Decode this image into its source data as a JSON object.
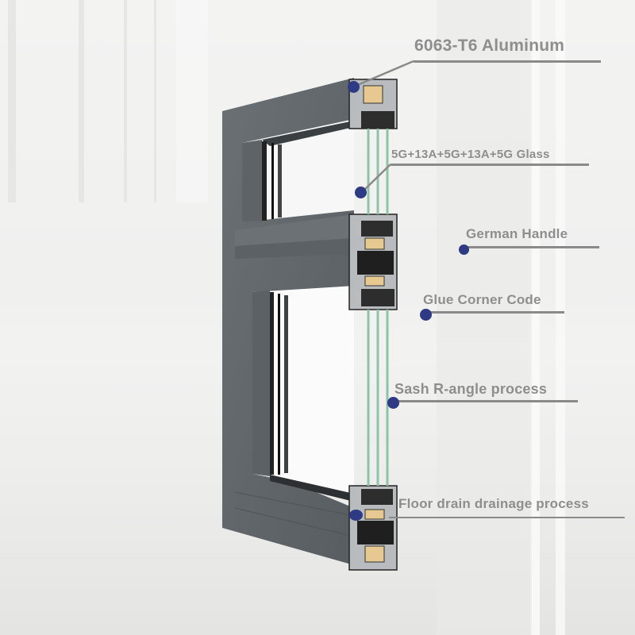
{
  "colors": {
    "frame": "#5f6569",
    "label_text": "#8e8e8e",
    "leader_line": "#8a8a8a",
    "dot": "#2f3a85",
    "glass": "#8fc3a8",
    "insulation_strip": "#e6c890"
  },
  "callouts": [
    {
      "id": "aluminum",
      "text": "6063-T6 Aluminum"
    },
    {
      "id": "glass",
      "text": "5G+13A+5G+13A+5G Glass"
    },
    {
      "id": "handle",
      "text": "German Handle"
    },
    {
      "id": "corner",
      "text": "Glue Corner Code"
    },
    {
      "id": "sash",
      "text": "Sash R-angle process"
    },
    {
      "id": "drain",
      "text": "Floor drain drainage process"
    }
  ]
}
